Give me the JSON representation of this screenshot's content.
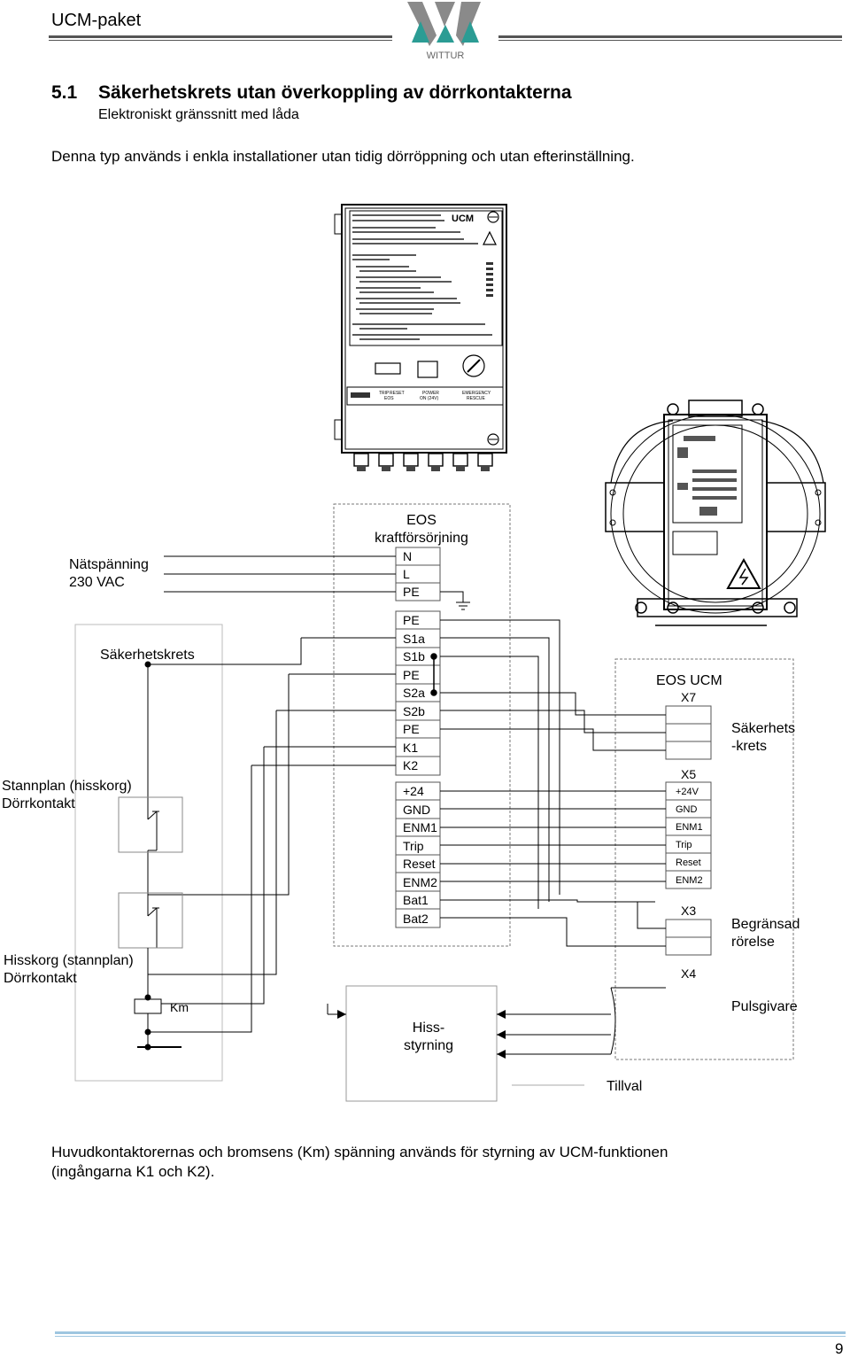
{
  "header": {
    "title": "UCM-paket",
    "logo_text": "WITTUR",
    "colors": {
      "logo_teal": "#2b9c94",
      "logo_grey": "#8a8a8a",
      "footer_rule": "#9ec6e0"
    }
  },
  "section": {
    "number": "5.1",
    "title": "Säkerhetskrets utan överkoppling av dörrkontakterna",
    "subtitle": "Elektroniskt gränssnitt med låda"
  },
  "intro": "Denna typ används i enkla installationer utan tidig dörröppning och utan efterinställning.",
  "diagram": {
    "mains_label_1": "Nätspänning",
    "mains_label_2": "230 VAC",
    "eos_label_1": "EOS",
    "eos_label_2": "kraftförsörjning",
    "safety_circuit_label": "Säkerhetskrets",
    "landing_label_1": "Stannplan (hisskorg)",
    "landing_label_2": "Dörrkontakt",
    "car_label_1": "Hisskorg (stannplan)",
    "car_label_2": "Dörrkontakt",
    "km_label": "Km",
    "controller_label_1": "Hiss-",
    "controller_label_2": "styrning",
    "option_label": "Tillval",
    "ucm_label": "EOS UCM",
    "x7": "X7",
    "x5": "X5",
    "x3": "X3",
    "x4": "X4",
    "ucm_safety_1": "Säkerhets",
    "ucm_safety_2": "-krets",
    "limited_motion_1": "Begränsad",
    "limited_motion_2": "rörelse",
    "encoder": "Pulsgivare",
    "terminals_power": [
      "N",
      "L",
      "PE"
    ],
    "terminals_safety": [
      "PE",
      "S1a",
      "S1b",
      "PE",
      "S2a",
      "S2b",
      "PE",
      "K1",
      "K2"
    ],
    "terminals_io": [
      "+24",
      "GND",
      "ENM1",
      "Trip",
      "Reset",
      "ENM2",
      "Bat1",
      "Bat2"
    ],
    "x5_terminals": [
      "+24V",
      "GND",
      "ENM1",
      "Trip",
      "Reset",
      "ENM2"
    ],
    "box_header_brand": "UCM",
    "box_panel_labels": [
      "TRIP",
      "RESET",
      "EOS",
      "POWER",
      "ON (24V)",
      "EMERGENCY",
      "RESCUE"
    ]
  },
  "closing_1": "Huvudkontaktorernas och bromsens (Km) spänning används för styrning av UCM-funktionen",
  "closing_2": "(ingångarna K1 och K2).",
  "page_number": "9"
}
